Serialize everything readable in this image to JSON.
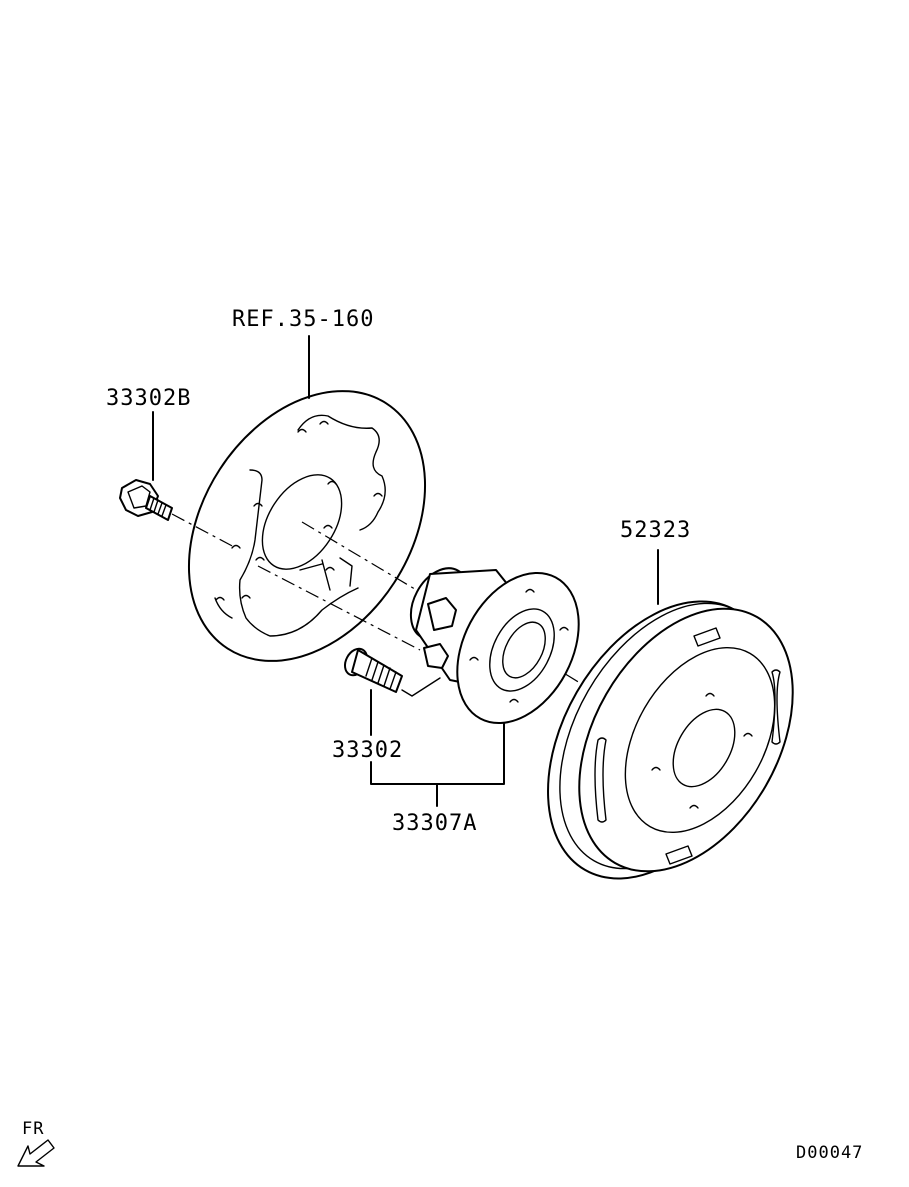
{
  "labels": {
    "ref_backing_plate": "REF.35-160",
    "bolt": "33302B",
    "hub_bolt": "33302",
    "hub_assembly": "33307A",
    "brake_drum": "52323",
    "front_marker": "FR",
    "diagram_code": "D00047"
  },
  "icons": {
    "front_arrow": "arrow-down-left-icon"
  }
}
